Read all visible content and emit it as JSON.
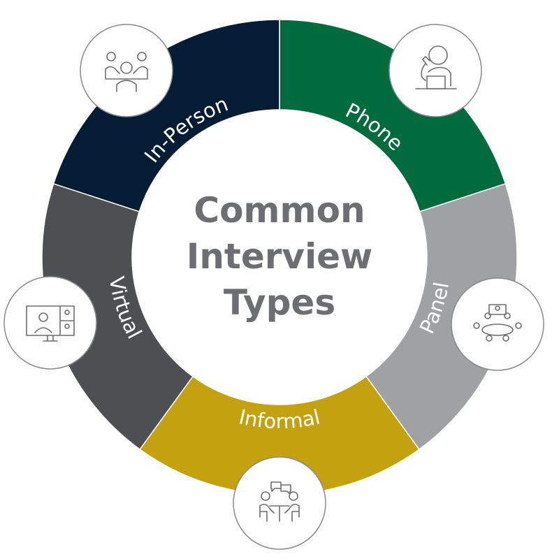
{
  "center": {
    "lines": [
      "Common",
      "Interview",
      "Types"
    ],
    "color": "#6d6e71"
  },
  "segments": [
    {
      "label": "Phone",
      "color": "#006b3c",
      "icon": "person-on-phone-with-laptop-icon"
    },
    {
      "label": "Panel",
      "color": "#a0a1a3",
      "icon": "panel-meeting-icon"
    },
    {
      "label": "Informal",
      "color": "#c4a10f",
      "icon": "casual-conversation-icon"
    },
    {
      "label": "Virtual",
      "color": "#4e4f53",
      "icon": "video-call-monitor-icon"
    },
    {
      "label": "In-Person",
      "color": "#041c34",
      "icon": "group-meeting-table-icon"
    }
  ]
}
